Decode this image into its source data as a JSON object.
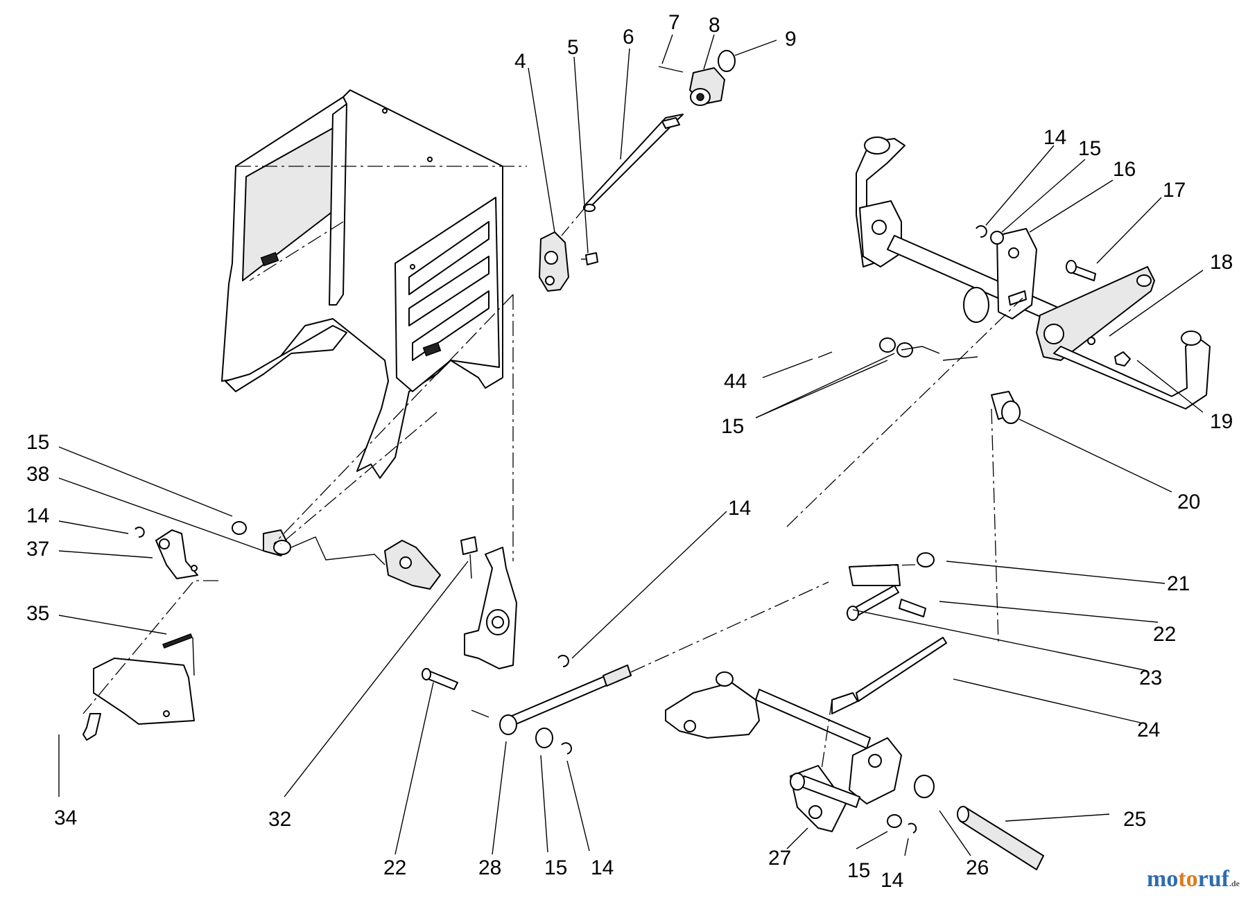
{
  "labels": {
    "l4": "4",
    "l5": "5",
    "l6": "6",
    "l7": "7",
    "l8": "8",
    "l9": "9",
    "l14a": "14",
    "l15a": "15",
    "l16": "16",
    "l17": "17",
    "l18": "18",
    "l44": "44",
    "l15b": "15",
    "l19": "19",
    "l20": "20",
    "l15c": "15",
    "l38": "38",
    "l14b": "14",
    "l37": "37",
    "l35": "35",
    "l14c": "14",
    "l21": "21",
    "l22a": "22",
    "l23": "23",
    "l24": "24",
    "l34": "34",
    "l32": "32",
    "l22b": "22",
    "l28": "28",
    "l15d": "15",
    "l14d": "14",
    "l27": "27",
    "l15e": "15",
    "l14e": "14",
    "l26": "26",
    "l25": "25"
  },
  "watermark": {
    "part1": "mo",
    "part2": "to",
    "part3": "ruf",
    "suffix": ".de"
  }
}
